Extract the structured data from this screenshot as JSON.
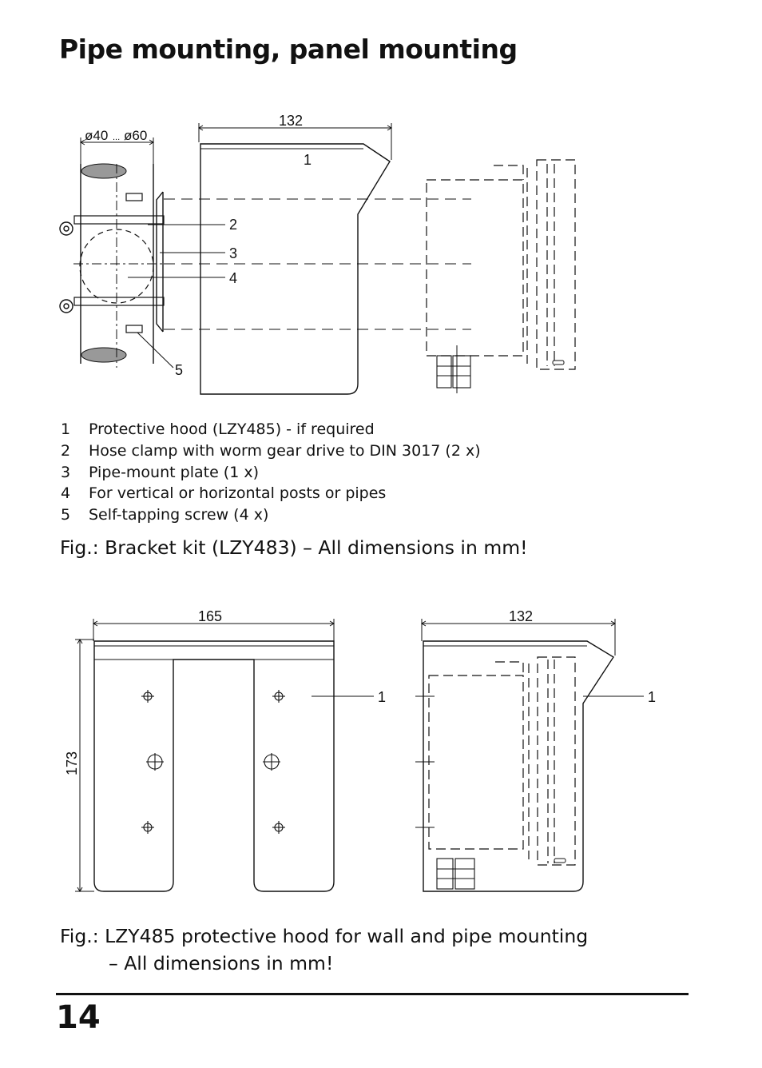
{
  "page": {
    "title": "Pipe mounting, panel mounting",
    "page_number": "14"
  },
  "figure1": {
    "dim_width": "132",
    "dim_pipe_min": "ø40",
    "dim_pipe_sep": "...",
    "dim_pipe_max": "ø60",
    "callouts": [
      "1",
      "2",
      "3",
      "4",
      "5"
    ],
    "legend": [
      {
        "num": "1",
        "text": "Protective hood (LZY485) - if required"
      },
      {
        "num": "2",
        "text": "Hose clamp with worm gear drive to DIN 3017 (2 x)"
      },
      {
        "num": "3",
        "text": "Pipe-mount plate (1 x)"
      },
      {
        "num": "4",
        "text": "For vertical or horizontal posts or pipes"
      },
      {
        "num": "5",
        "text": "Self-tapping screw (4 x)"
      }
    ],
    "caption": "Fig.: Bracket kit (LZY483)  – All dimensions in mm!"
  },
  "figure2": {
    "dim_front_width": "165",
    "dim_height": "173",
    "dim_side_width": "132",
    "callout_front": "1",
    "callout_side": "1",
    "caption_line1": "Fig.: LZY485 protective hood for wall and pipe mounting",
    "caption_line2": "– All dimensions in mm!"
  }
}
